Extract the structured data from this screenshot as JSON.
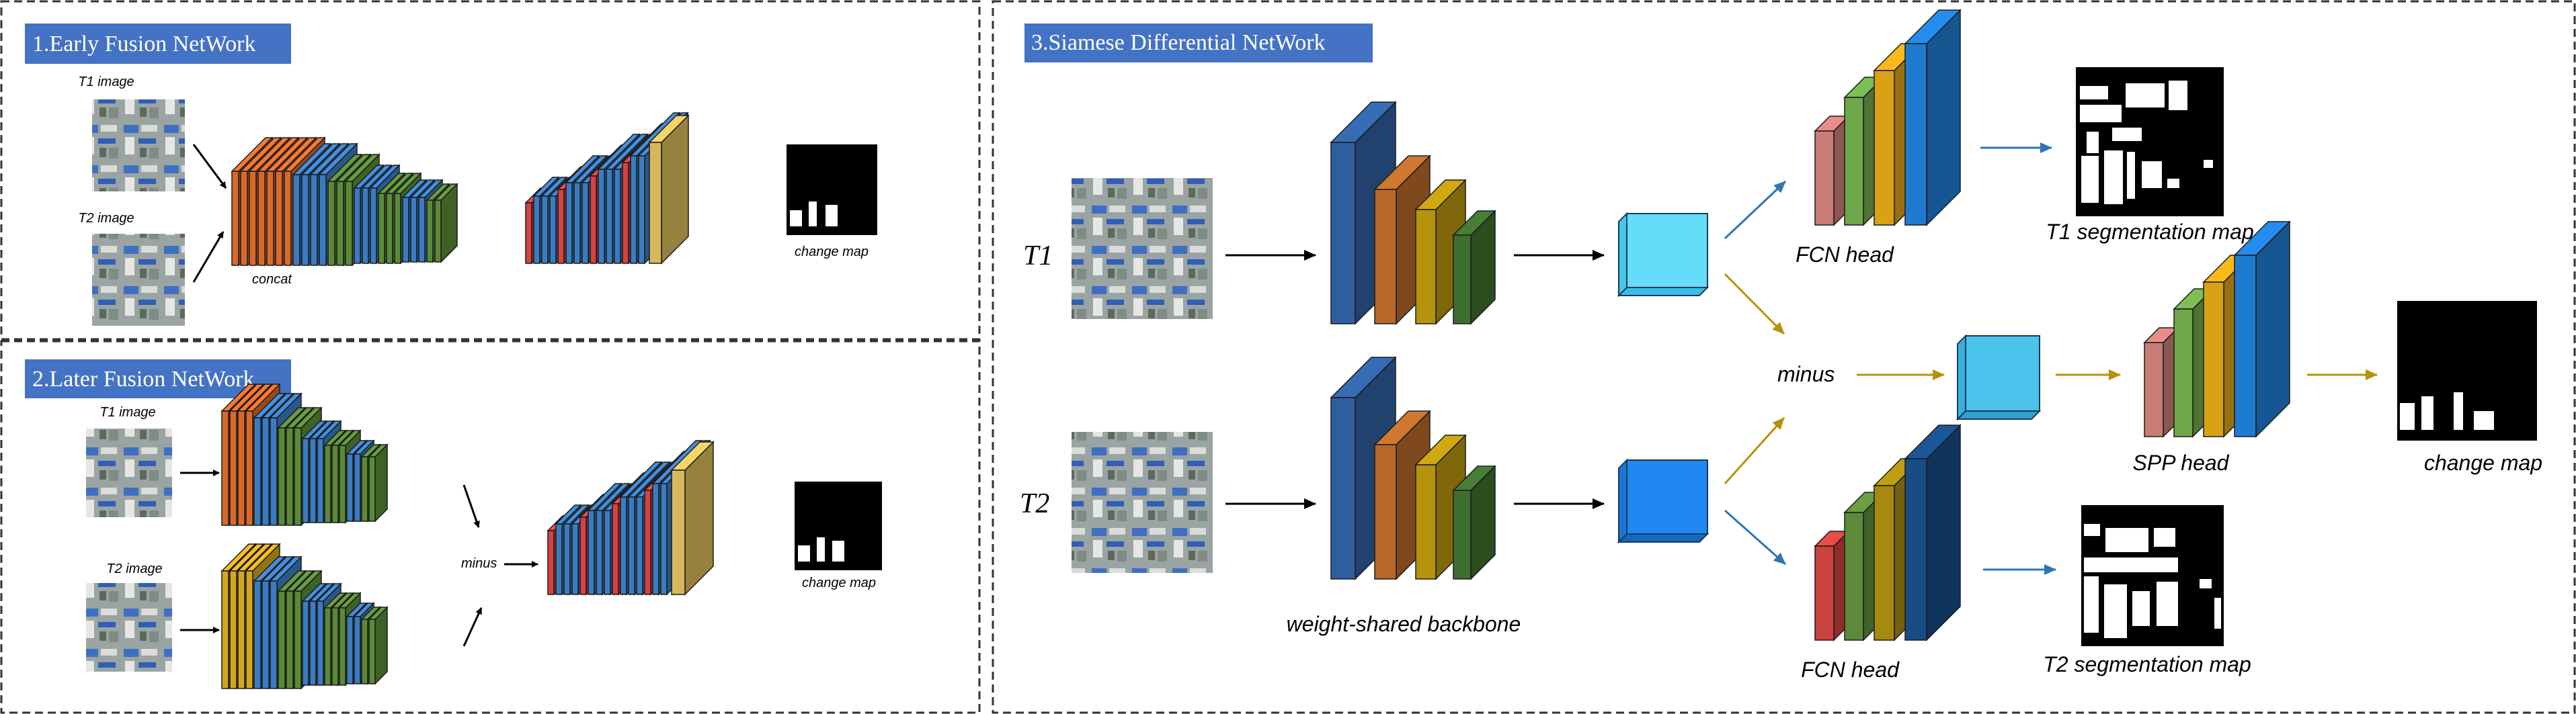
{
  "panels": {
    "early": {
      "title": "1.Early Fusion NetWork",
      "t1_label": "T1 image",
      "t2_label": "T2 image",
      "concat_label": "concat",
      "change_map_label": "change map"
    },
    "later": {
      "title": "2.Later Fusion NetWork",
      "t1_label": "T1 image",
      "t2_label": "T2 image",
      "minus_label": "minus",
      "change_map_label": "change map"
    },
    "siamese": {
      "title": "3.Siamese Differential NetWork",
      "t1_label": "T1",
      "t2_label": "T2",
      "backbone_label": "weight-shared backbone",
      "minus_label": "minus",
      "fcn_head_top": "FCN head",
      "fcn_head_bottom": "FCN head",
      "spp_head": "SPP head",
      "t1_seg_label": "T1 segmentation map",
      "t2_seg_label": "T2 segmentation map",
      "change_map_label": "change map"
    }
  },
  "colors": {
    "title_bg": "#4472C4",
    "orange": "#D9692A",
    "blue": "#3A7CC2",
    "green": "#5A8A36",
    "gold": "#D4A520",
    "red": "#D94040",
    "tan": "#D6B85A",
    "arrow_blue": "#2E75B6",
    "arrow_gold": "#B8900A"
  }
}
